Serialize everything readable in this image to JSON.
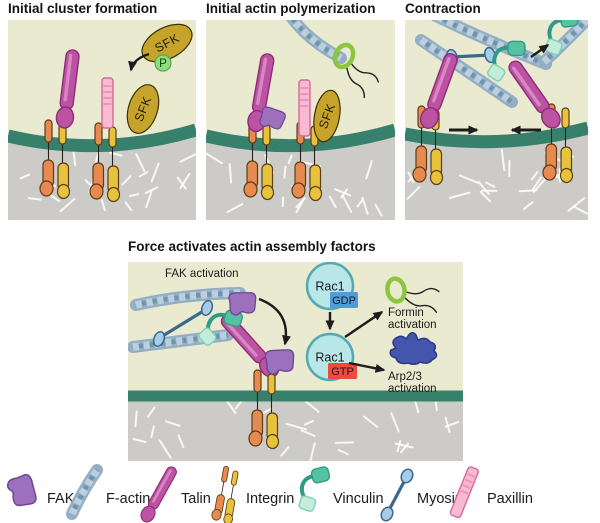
{
  "figure": {
    "panels": [
      {
        "id": "p1",
        "title": "Initial cluster formation"
      },
      {
        "id": "p2",
        "title": "Initial actin polymerization"
      },
      {
        "id": "p3",
        "title": "Contraction"
      },
      {
        "id": "p4",
        "title": "Force activates actin assembly factors"
      }
    ],
    "labels": {
      "sfk": "SFK",
      "phospho": "P",
      "fak_activation": "FAK activation",
      "rac1": "Rac1",
      "gdp": "GDP",
      "gtp": "GTP",
      "formin_1": "Formin",
      "formin_2": "activation",
      "arp_1": "Arp2/3",
      "arp_2": "activation"
    },
    "legend": [
      {
        "label": "FAK"
      },
      {
        "label": "F-actin"
      },
      {
        "label": "Talin"
      },
      {
        "label": "Integrin"
      },
      {
        "label": "Vinculin"
      },
      {
        "label": "Myosin"
      },
      {
        "label": "Paxillin"
      }
    ],
    "colors": {
      "cellBeige": "#eaead0",
      "ecmGray": "#cccbc8",
      "membrane": "#37816c",
      "talinFill": "#bc52a2",
      "talinStroke": "#8e2b79",
      "talinHl": "#da86c4",
      "paxFill": "#f8bad0",
      "paxStripe": "#ee93ba",
      "paxStroke": "#d2699f",
      "intOrange": "#e78a4f",
      "intYellow": "#e7c23c",
      "intOutline": "#5c3d17",
      "sfkFill": "#c6a42c",
      "sfkStroke": "#3a3106",
      "phosphoFill": "#90dd7e",
      "phosphoStroke": "#54a654",
      "fakFill": "#9c70bc",
      "fakStroke": "#6e4794",
      "faLight": "#bccfdd",
      "faMid": "#93aec5",
      "faDark": "#6f92ad",
      "forminGreen": "#8cc63f",
      "vincLine": "#2f9a86",
      "vincDark": "#57c2a3",
      "vincLight": "#c3edda",
      "vincLightStroke": "#7fd2b5",
      "myoLine": "#3c688a",
      "myoHead": "#a7ccea",
      "racFill": "#b8e6e9",
      "racStroke": "#54a9b1",
      "gdpBlue": "#4f9cd9",
      "gtpRed": "#ee4a3e",
      "arpBlue": "#4355ac",
      "arpStroke": "#2c3a85"
    }
  }
}
